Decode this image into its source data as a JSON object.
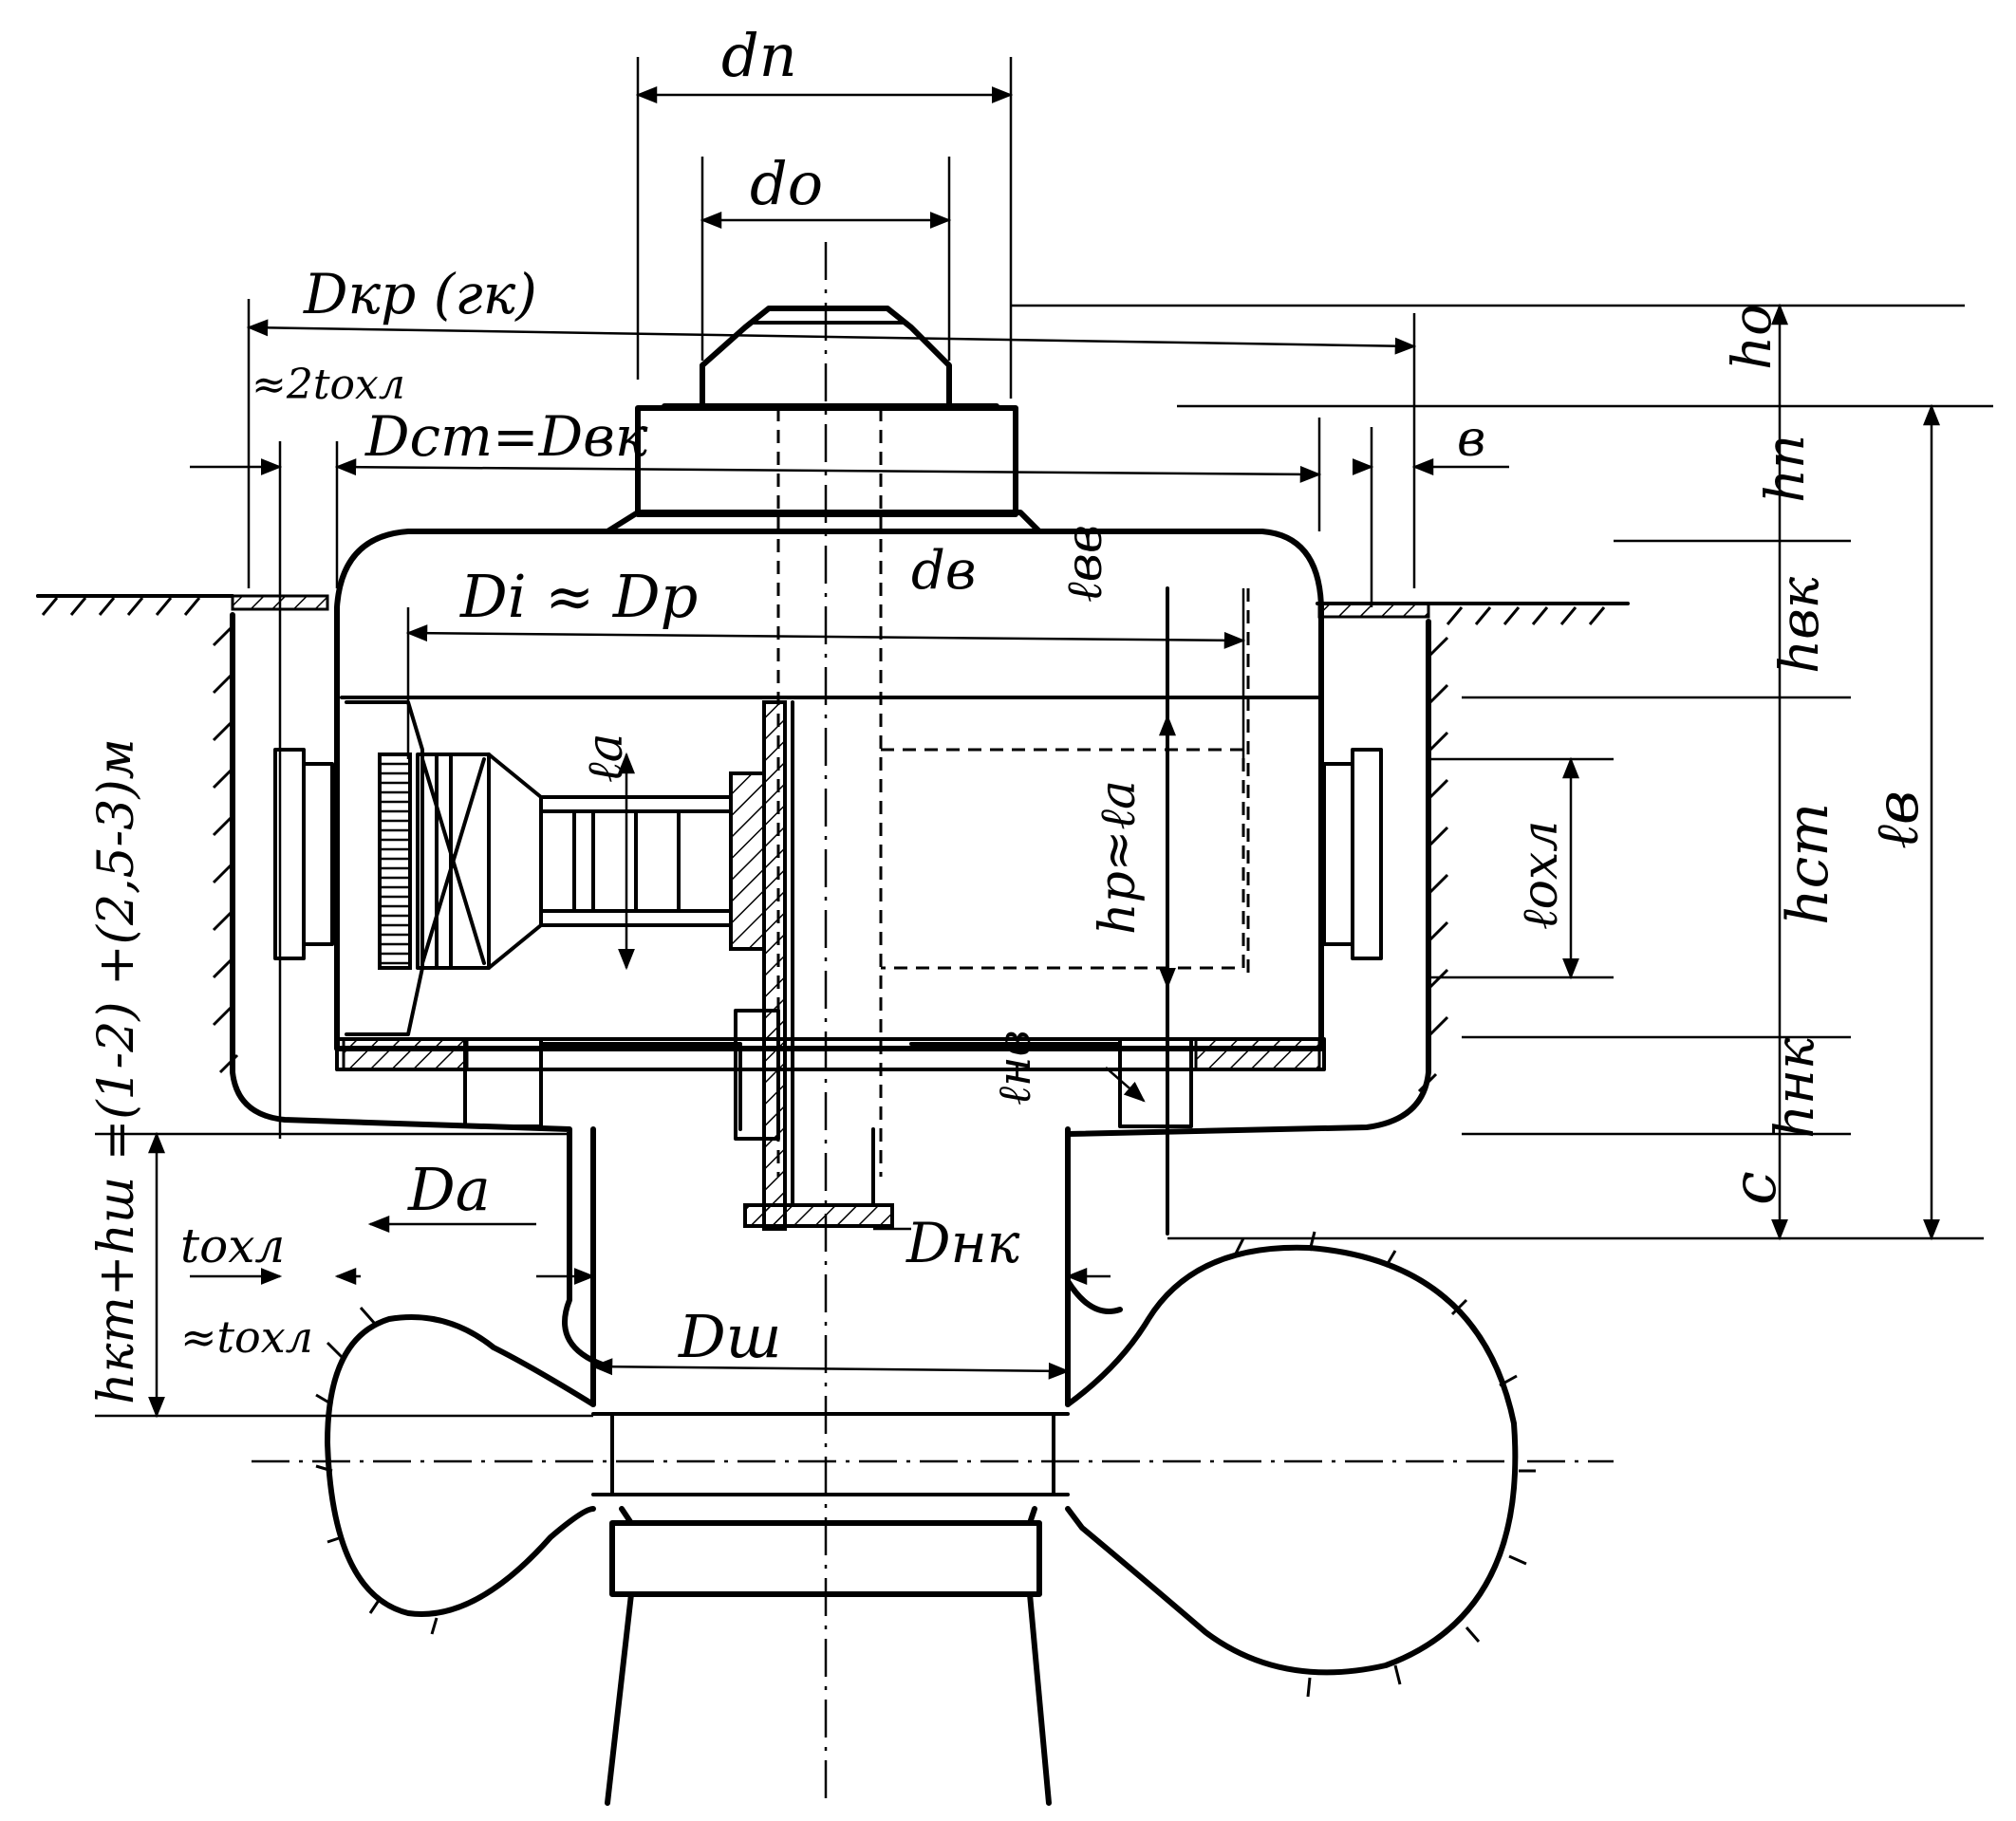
{
  "labels": {
    "d_p": "dп",
    "d_o": "do",
    "D_kr": "Dкр (гк)",
    "two_t_ohl": "≈2tохл",
    "D_st": "Dст=Dвк",
    "b": "в",
    "D_i": "Di ≈ Dр",
    "d_b": "dв",
    "l_b_top": "ℓвв",
    "l_a": "ℓa",
    "h_p": "hр≈ℓa",
    "l_ohl": "ℓохл",
    "l_b_bottom": "ℓнв",
    "D_a": "Da",
    "D_nk": "Dнк",
    "t_ohl": "tохл",
    "approx_t_ohl": "≈tохл",
    "D_sh": "Dш",
    "left_formula": "hкт+hш =(1-2) +(2,5-3)м",
    "h_o": "ho",
    "h_p_right": "hп",
    "h_vk": "hвк",
    "h_st": "hст",
    "h_nk": "hнк",
    "c": "c",
    "l_b_right": "ℓв"
  }
}
